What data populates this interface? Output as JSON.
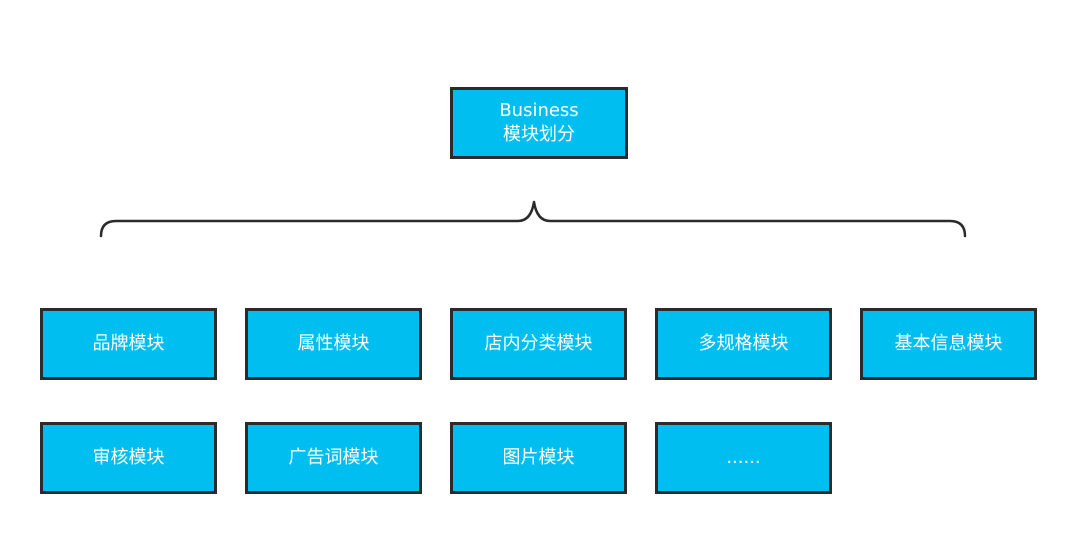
{
  "root": {
    "line1": "Business",
    "line2": "模块划分"
  },
  "modules": [
    "品牌模块",
    "属性模块",
    "店内分类模块",
    "多规格模块",
    "基本信息模块",
    "审核模块",
    "广告词模块",
    "图片模块",
    "......"
  ],
  "colors": {
    "box_fill": "#00BFF0",
    "box_border": "#2b2b2b",
    "text": "#ffffff",
    "brace": "#2b2b2b"
  }
}
